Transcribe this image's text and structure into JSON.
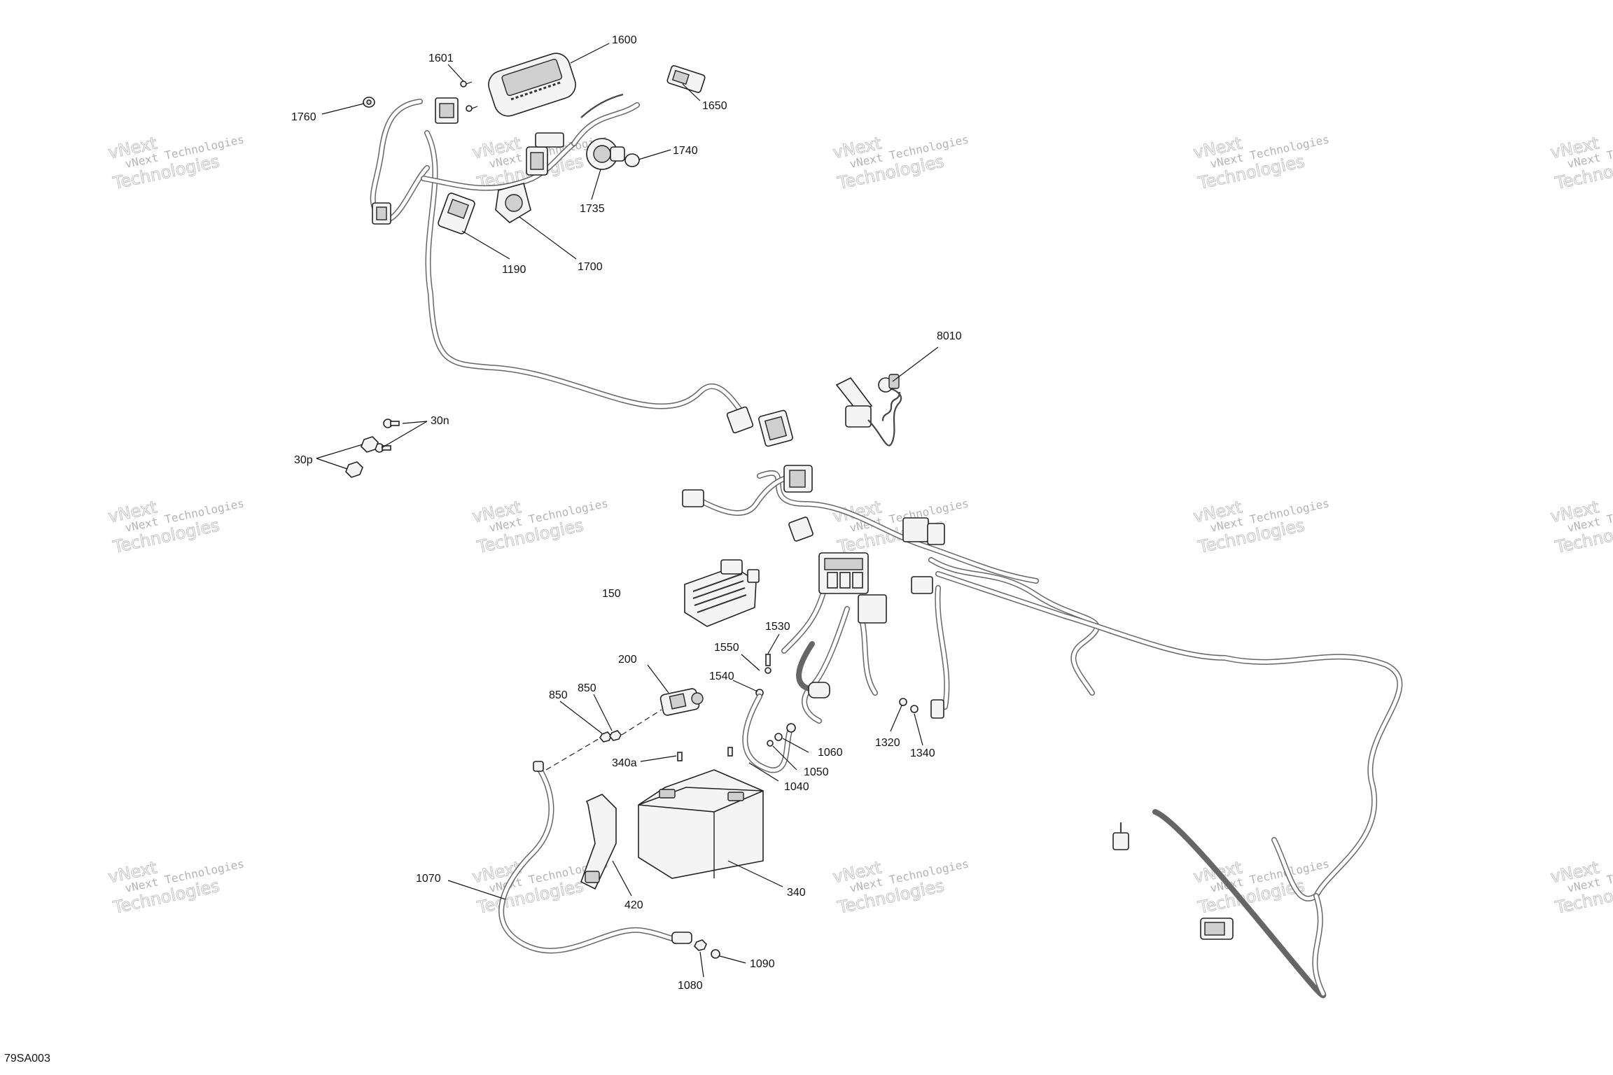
{
  "diagram_ref": "79SA003",
  "watermark": {
    "line1": "vNext Technologies",
    "line2": "Technologies",
    "stamp": "vNext"
  },
  "callouts": {
    "c1600": "1600",
    "c1601": "1601",
    "c1650": "1650",
    "c1760": "1760",
    "c1740": "1740",
    "c1735": "1735",
    "c1190": "1190",
    "c1700": "1700",
    "c8010": "8010",
    "c30n": "30n",
    "c30p": "30p",
    "c150": "150",
    "c1530": "1530",
    "c1550": "1550",
    "c1540": "1540",
    "c200": "200",
    "c850a": "850",
    "c850b": "850",
    "c340a": "340a",
    "c1060": "1060",
    "c1050": "1050",
    "c1040": "1040",
    "c1320": "1320",
    "c1340": "1340",
    "c1070": "1070",
    "c420": "420",
    "c340": "340",
    "c1090": "1090",
    "c1080": "1080"
  },
  "icons": [
    "gauge-icon",
    "screw-icon",
    "connector-icon",
    "nut-icon",
    "switch-icon",
    "bulb-icon",
    "key-icon",
    "regulator-icon",
    "relay-icon",
    "battery-icon",
    "strap-icon",
    "cable-icon",
    "fuse-box-icon"
  ]
}
